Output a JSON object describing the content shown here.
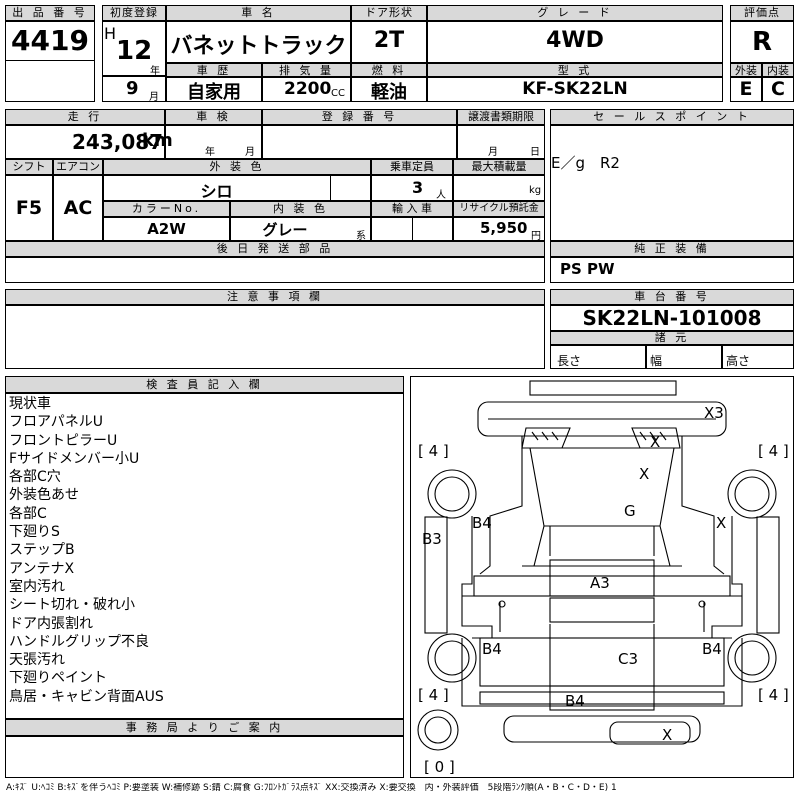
{
  "header": {
    "lot_label": "出 品 番 号",
    "lot_value": "4419",
    "first_reg_label": "初度登録",
    "era_letter": "H",
    "year_value": "12",
    "year_unit": "年",
    "month_value": "9",
    "month_unit": "月",
    "car_name_label": "車 名",
    "car_name_value": "バネットトラック",
    "door_label": "ドア形状",
    "door_value": "2T",
    "grade_label": "グ レ ー ド",
    "grade_value": "4WD",
    "score_label": "評価点",
    "score_value": "R",
    "history_label": "車 歴",
    "history_value": "自家用",
    "displacement_label": "排 気 量",
    "displacement_value": "2200",
    "displacement_unit": "CC",
    "fuel_label": "燃 料",
    "fuel_value": "軽油",
    "model_label": "型 式",
    "model_value": "KF-SK22LN",
    "exterior_label": "外装",
    "exterior_value": "E",
    "interior_label": "内装",
    "interior_value": "C"
  },
  "mid": {
    "mileage_label": "走 行",
    "mileage_value": "243,087",
    "mileage_unit": "km",
    "inspection_label": "車 検",
    "inspection_year_unit": "年",
    "inspection_month_unit": "月",
    "registration_label": "登 録 番 号",
    "transfer_label": "譲渡書類期限",
    "transfer_month_unit": "月",
    "transfer_day_unit": "日",
    "sales_point_label": "セ ー ル ス ポ イ ン ト",
    "sales_point_value": "E／g　R2",
    "shift_label": "シフト",
    "shift_value": "F5",
    "ac_label": "エアコン",
    "ac_value": "AC",
    "ext_color_label": "外 装 色",
    "ext_color_value": "シロ",
    "capacity_label": "乗車定員",
    "capacity_value": "3",
    "capacity_unit": "人",
    "load_label": "最大積載量",
    "load_unit": "kg",
    "color_no_label": "カラーNo.",
    "color_no_value": "A2W",
    "int_color_label": "内 装 色",
    "int_color_value": "グレー",
    "int_color_unit": "系",
    "import_label": "輸 入 車",
    "recycle_label": "リサイクル預託金",
    "recycle_value": "5,950",
    "recycle_unit": "円",
    "later_parts_label": "後 日 発 送 部 品",
    "genuine_label": "純 正 装 備",
    "genuine_value": "PS PW",
    "notes_label": "注 意 事 項 欄",
    "chassis_label": "車 台 番 号",
    "chassis_value": "SK22LN-101008",
    "dims_label": "諸 元",
    "length_label": "長さ",
    "width_label": "幅",
    "height_label": "高さ"
  },
  "inspector": {
    "label": "検 査 員 記 入 欄",
    "lines": [
      "現状車",
      "フロアパネルU",
      "フロントピラーU",
      "Fサイドメンバー小U",
      "各部C穴",
      "外装色あせ",
      "各部C",
      "下廻りS",
      "ステップB",
      "アンテナX",
      "室内汚れ",
      "シート切れ・破れ小",
      "ドア内張割れ",
      "ハンドルグリップ不良",
      "天張汚れ",
      "下廻りペイント",
      "鳥居・キャビン背面AUS"
    ],
    "office_label": "事 務 局 よ り ご 案 内"
  },
  "diagram": {
    "tires": {
      "front_left": "[ 4 ]",
      "front_right": "[ 4 ]",
      "rear_left": "[ 4 ]",
      "rear_right": "[ 4 ]",
      "spare": "[ 0 ]"
    },
    "marks": {
      "top_right": "X3",
      "mirror": "X",
      "windshield": "X",
      "hood": "G",
      "left_fender": "B4",
      "right_fender": "X",
      "left_side": "B3",
      "cab_back": "A3",
      "left_bed": "B4",
      "right_bed": "B4",
      "bed_floor": "C3",
      "tailgate": "B4",
      "bumper": "X"
    }
  },
  "legend": "A:ｷｽﾞ U:ﾍｺﾐ B:ｷｽﾞを伴うﾍｺﾐ P:要塗装 W:補修跡 S:錆 C:腐食 G:ﾌﾛﾝﾄｶﾞﾗｽ点ｷｽﾞ XX:交換済み X:要交換　内・外装評価　5段階ﾗﾝｸ順(A・B・C・D・E) 1"
}
